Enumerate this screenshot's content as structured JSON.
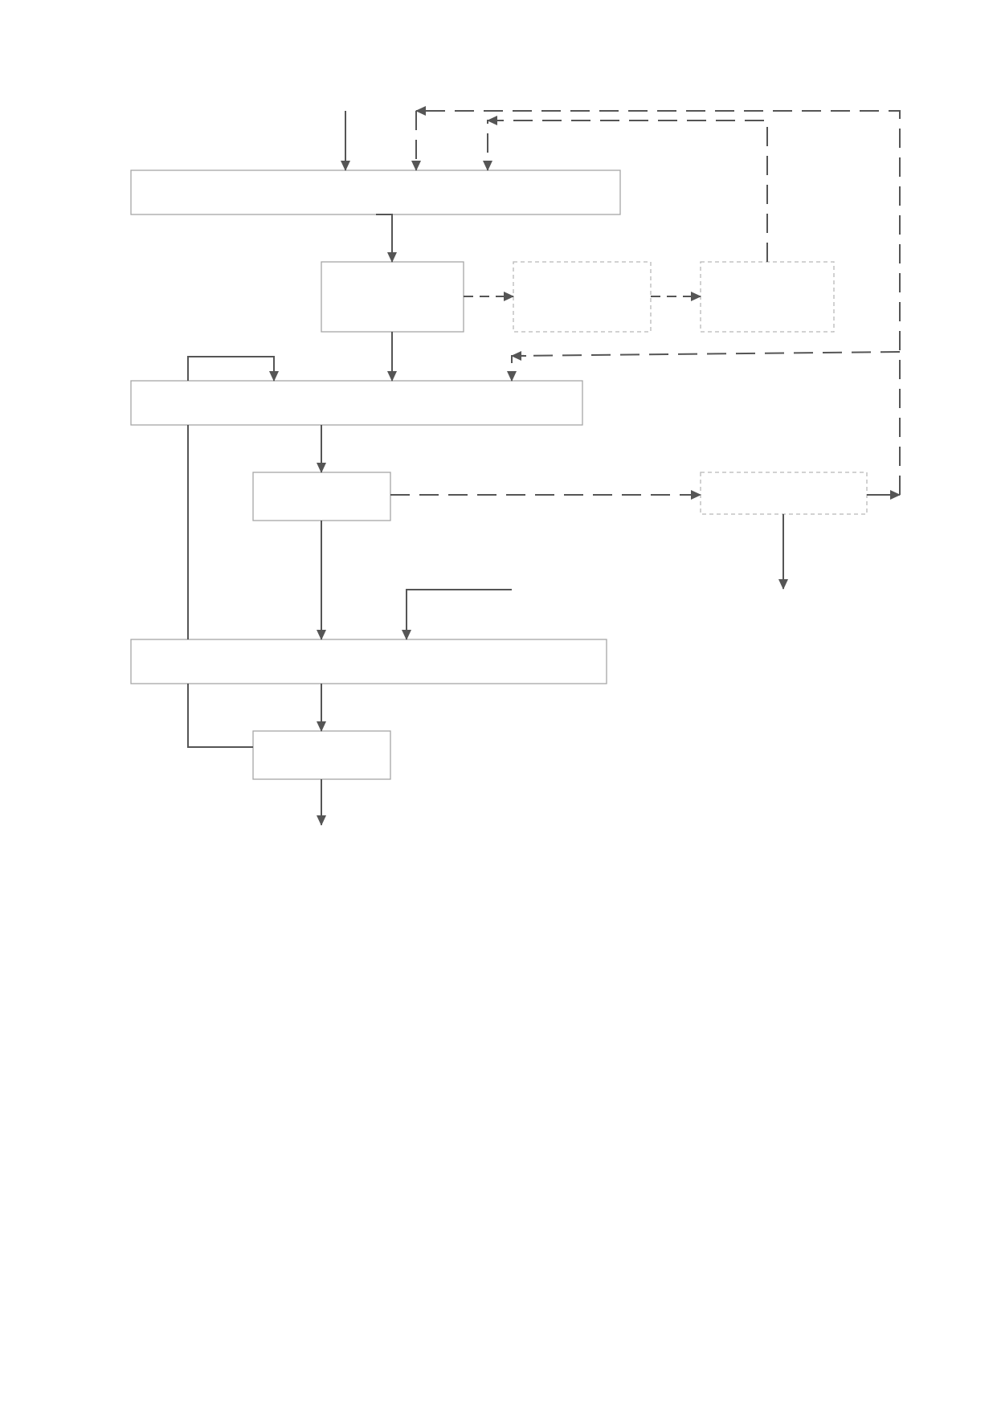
{
  "diagram": {
    "title": "",
    "colors": {
      "connector": "#555555",
      "solid_border": "#a6a6a6",
      "dashed_border": "#b8b8b8"
    },
    "boxes": {
      "process_bar_1": {
        "label": "",
        "style": "solid"
      },
      "process_box_a": {
        "label": "",
        "style": "solid"
      },
      "side_box_b": {
        "label": "",
        "style": "dashed"
      },
      "side_box_c": {
        "label": "",
        "style": "dashed"
      },
      "process_bar_2": {
        "label": "",
        "style": "solid"
      },
      "process_box_d": {
        "label": "",
        "style": "solid"
      },
      "side_box_e": {
        "label": "",
        "style": "dashed"
      },
      "process_bar_3": {
        "label": "",
        "style": "solid"
      },
      "process_box_f": {
        "label": "",
        "style": "solid"
      }
    }
  }
}
